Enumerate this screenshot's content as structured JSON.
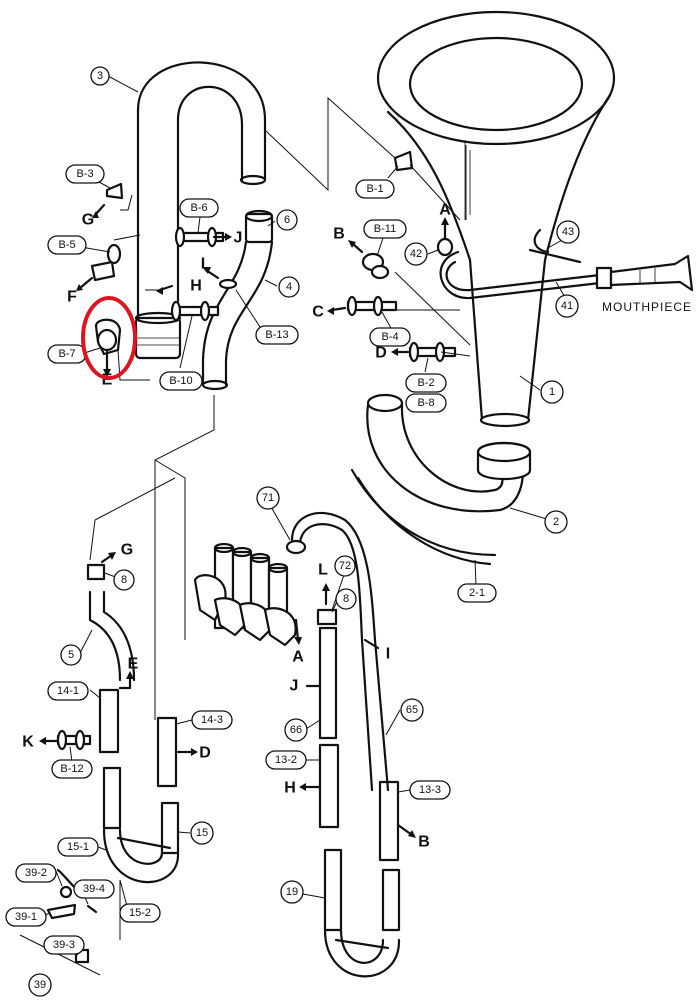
{
  "callouts": {
    "c3": "3",
    "cB3": "B-3",
    "cB6": "B-6",
    "c6": "6",
    "cB5": "B-5",
    "c4": "4",
    "cB13": "B-13",
    "cB7": "B-7",
    "cB10": "B-10",
    "cB1": "B-1",
    "cB11": "B-11",
    "c42": "42",
    "c43": "43",
    "c41": "41",
    "cB4": "B-4",
    "cB2": "B-2",
    "cB8": "B-8",
    "c1": "1",
    "c2": "2",
    "c21": "2-1",
    "c71": "71",
    "c8a": "8",
    "c72": "72",
    "c8b": "8",
    "c5": "5",
    "c141": "14-1",
    "c143": "14-3",
    "cB12": "B-12",
    "c66": "66",
    "c65": "65",
    "c132": "13-2",
    "c133": "13-3",
    "c151": "15-1",
    "c15": "15",
    "c392": "39-2",
    "c394": "39-4",
    "c391": "39-1",
    "c152": "15-2",
    "c393": "39-3",
    "c39": "39",
    "c19": "19"
  },
  "letters": {
    "G1": "G",
    "J1": "J",
    "I1": "I",
    "H1": "H",
    "F": "F",
    "E1": "E",
    "A1": "A",
    "B1": "B",
    "C": "C",
    "D1": "D",
    "G2": "G",
    "L1": "L",
    "A2": "A",
    "E2": "E",
    "I2": "I",
    "J2": "J",
    "K": "K",
    "D2": "D",
    "H2": "H",
    "B2": "B"
  },
  "mouthpiece_label": "MOUTHPIECE",
  "highlight_color": "#e0141e",
  "line_color": "#111111"
}
